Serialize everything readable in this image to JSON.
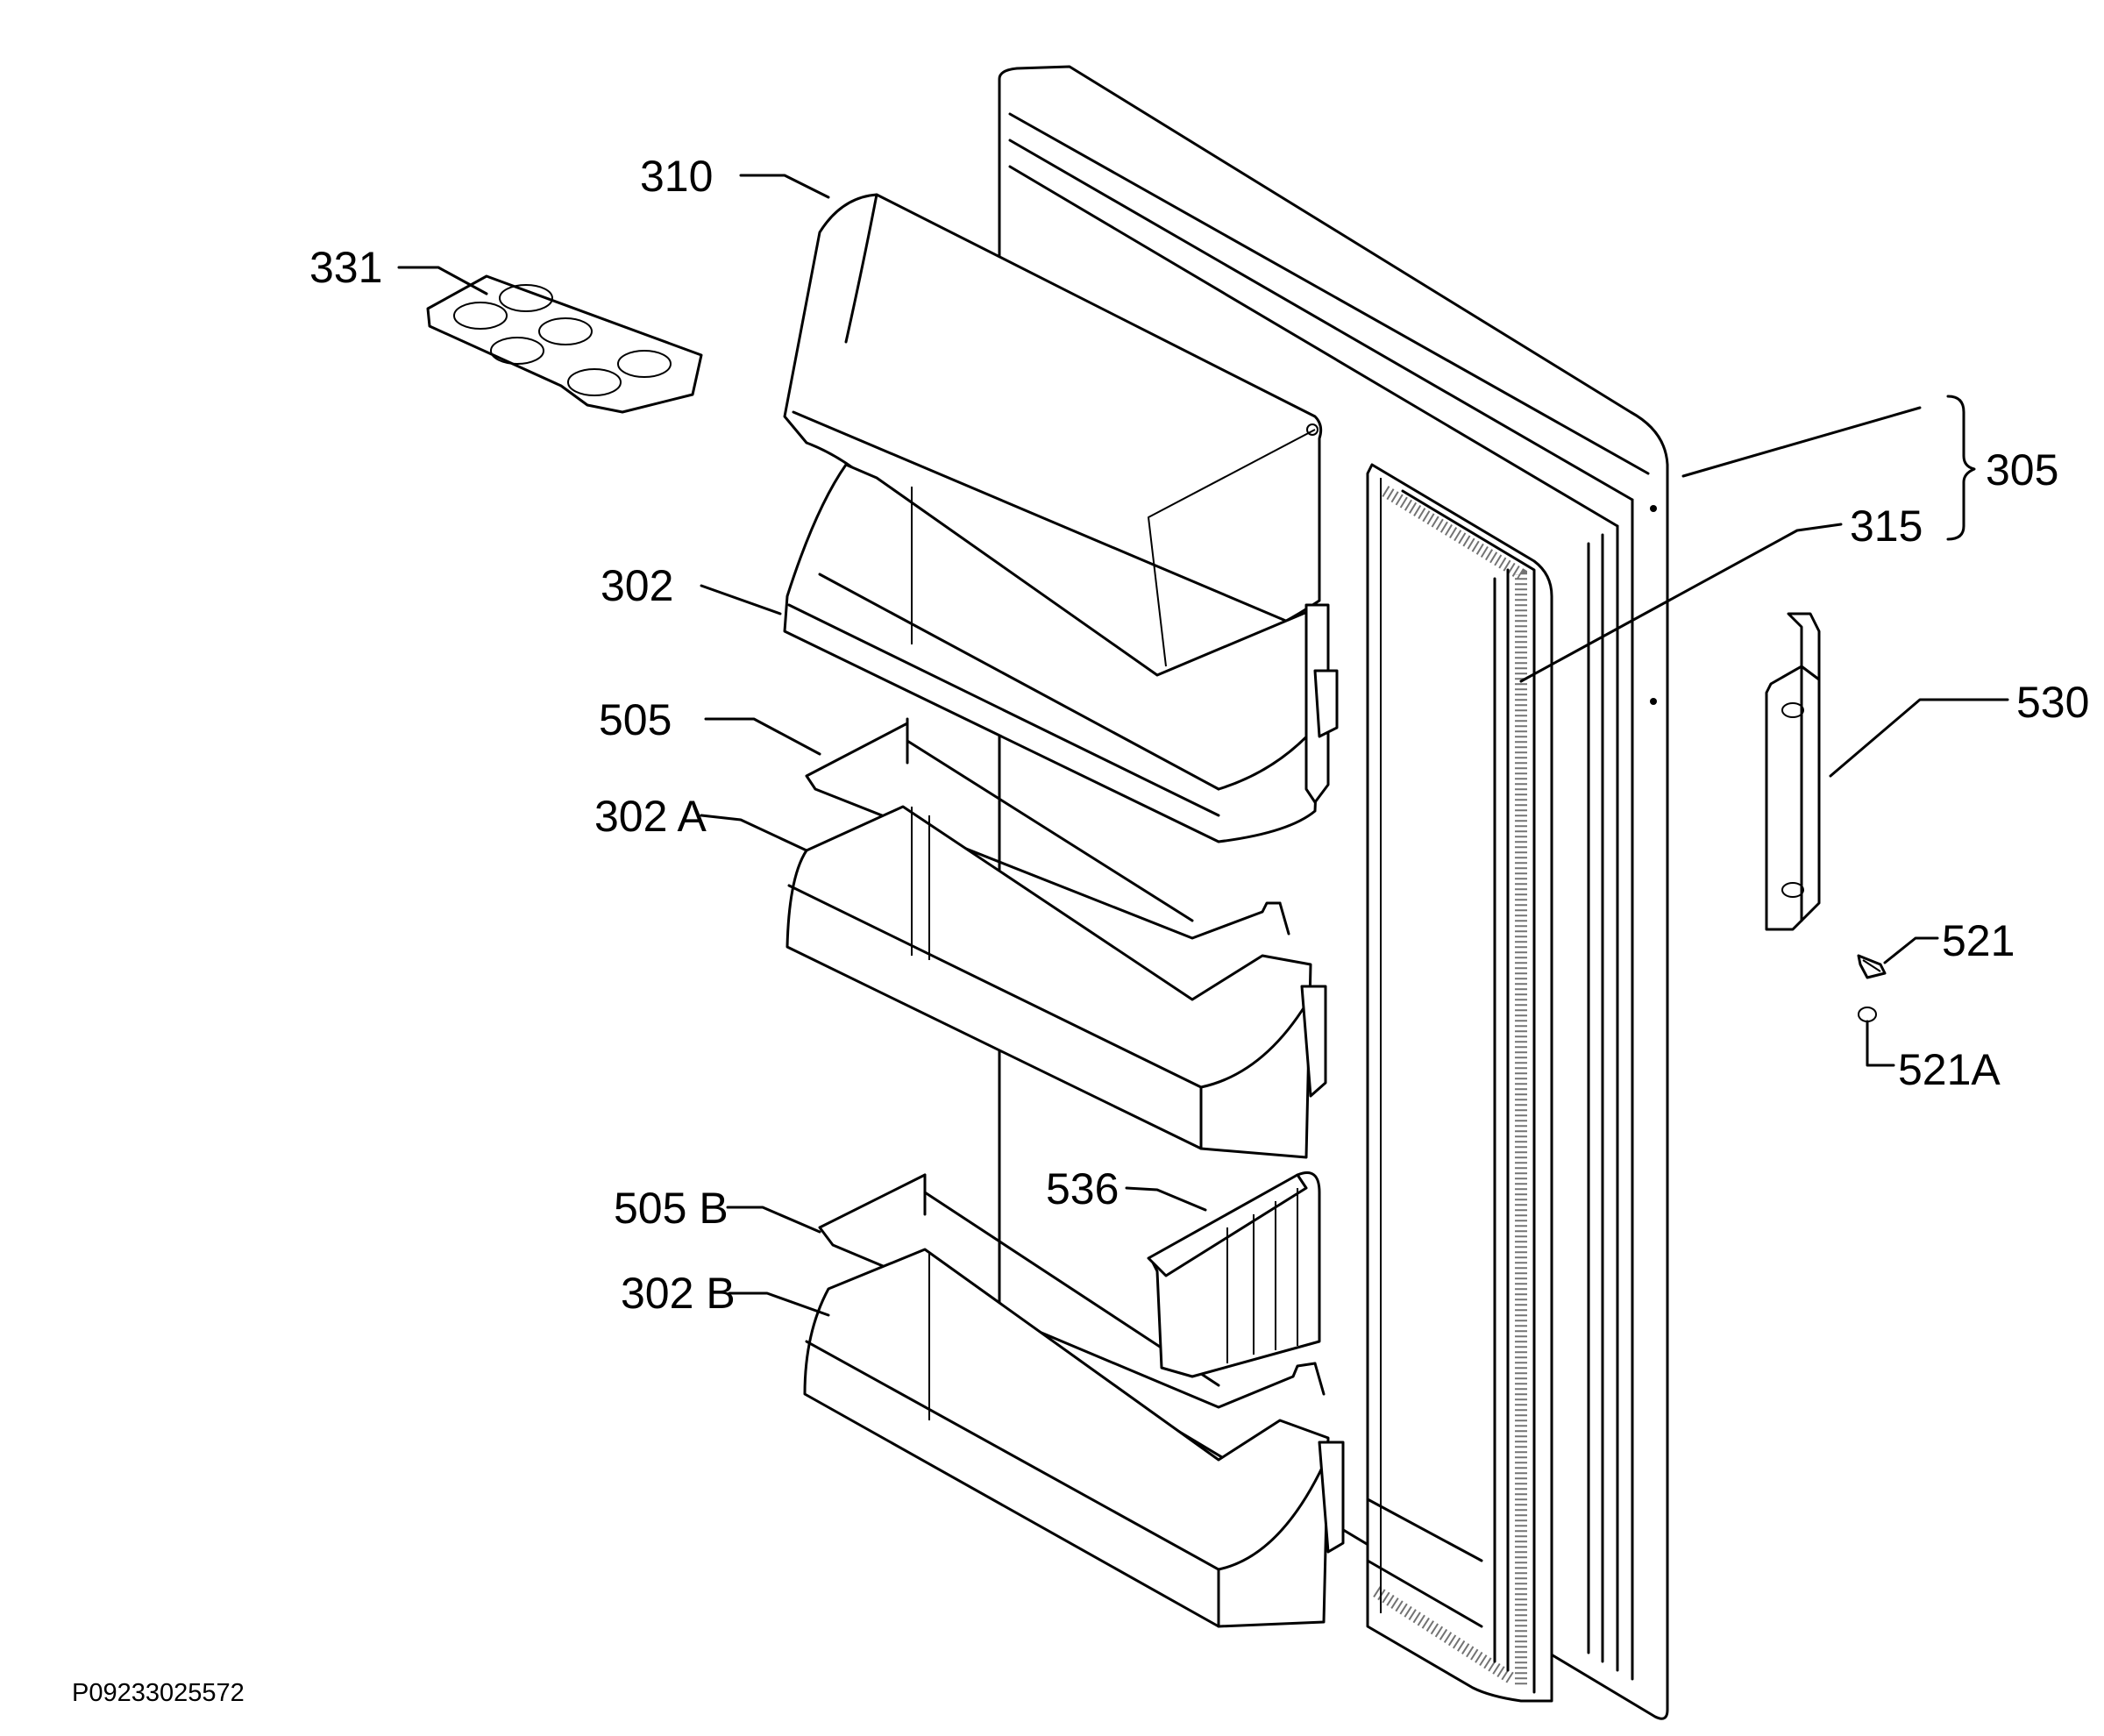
{
  "diagram": {
    "labels": {
      "l310": "310",
      "l331": "331",
      "l302": "302",
      "l505": "505",
      "l302A": "302 A",
      "l505B": "505 B",
      "l302B": "302 B",
      "l536": "536",
      "l305": "305",
      "l315": "315",
      "l530": "530",
      "l521": "521",
      "l521A": "521A"
    },
    "document_id": "P09233025572"
  }
}
